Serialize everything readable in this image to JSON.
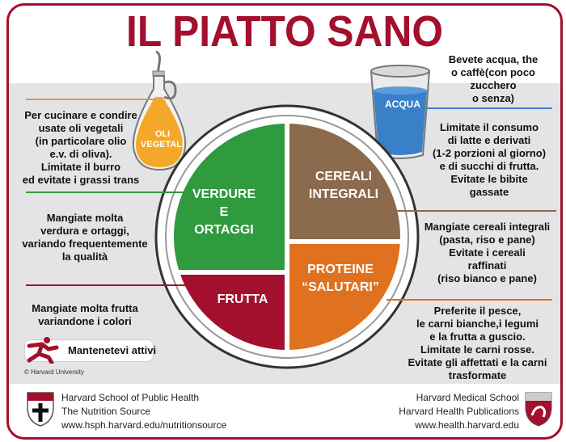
{
  "title": "IL PIATTO SANO",
  "colors": {
    "brand": "#a30f2d",
    "vegetables": "#2f9a3e",
    "grains": "#8b6a4d",
    "protein": "#e0711f",
    "fruit": "#a3102e",
    "water": "#3a80c9",
    "oil": "#f4a82a",
    "band": "#e4e4e6"
  },
  "plate": {
    "sections": [
      {
        "id": "vegetables",
        "label": "VERDURE\nE\nORTAGGI"
      },
      {
        "id": "grains",
        "label": "CEREALI\nINTEGRALI"
      },
      {
        "id": "protein",
        "label": "PROTEINE\n“SALUTARI”"
      },
      {
        "id": "fruit",
        "label": "FRUTTA"
      }
    ]
  },
  "oil": {
    "label": "OLI\nVEGETALI",
    "advice": "Per cucinare e condire\nusate oli vegetali\n(in particolare olio\ne.v. di oliva).\nLimitate il burro\ned evitate i grassi trans"
  },
  "water": {
    "label": "ACQUA",
    "advice": "Bevete acqua, the\no caffè(con poco\nzucchero\no senza)",
    "advice2": "Limitate il consumo\ndi latte e derivati\n(1-2 porzioni al giorno)\ne di succhi di frutta.\nEvitate le bibite\ngassate"
  },
  "vegetables_advice": "Mangiate molta\nverdura e ortaggi,\nvariando frequentemente\nla qualità",
  "fruit_advice": "Mangiate  molta frutta\nvariandone i colori",
  "grains_advice": "Mangiate cereali integrali\n(pasta, riso e pane)\nEvitate i cereali\nraffinati\n(riso bianco e pane)",
  "protein_advice": "Preferite il pesce,\nle carni bianche,i legumi\ne la frutta a guscio.\nLimitate le carni rosse.\nEvitate gli affettati e la carni\ntrasformate",
  "active": {
    "label": "Mantenetevi attivi",
    "icon": "runner-icon"
  },
  "copyright": "© Harvard University",
  "footer": {
    "left": "Harvard School of Public Health\nThe Nutrition Source\nwww.hsph.harvard.edu/nutritionsource",
    "right": "Harvard Medical School\nHarvard Health Publications\nwww.health.harvard.edu"
  }
}
